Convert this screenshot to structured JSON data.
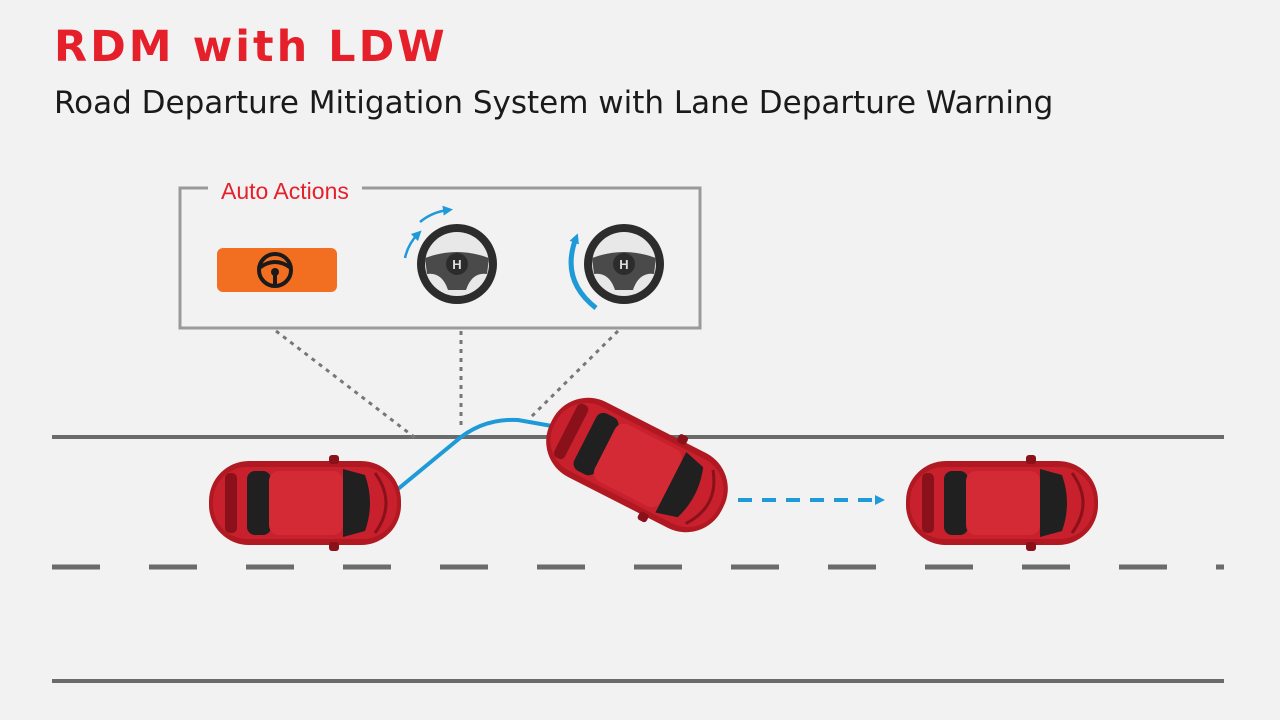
{
  "title": "RDM with LDW",
  "subtitle": "Road Departure Mitigation System with Lane Departure Warning",
  "auto_actions": {
    "label": "Auto Actions",
    "items": [
      {
        "name": "steering-wheel-vibration-warning",
        "icon": "steering-wheel-warning-icon"
      },
      {
        "name": "steering-wheel-vibration",
        "icon": "steering-wheel-vibration-icon"
      },
      {
        "name": "steering-assist",
        "icon": "steering-assist-icon"
      }
    ]
  },
  "colors": {
    "brand_red": "#e5202a",
    "car_red": "#b01822",
    "path_blue": "#1e9ad8",
    "warning_orange": "#f26f21",
    "road_line": "#6b6b6b",
    "background": "#f2f2f2"
  }
}
